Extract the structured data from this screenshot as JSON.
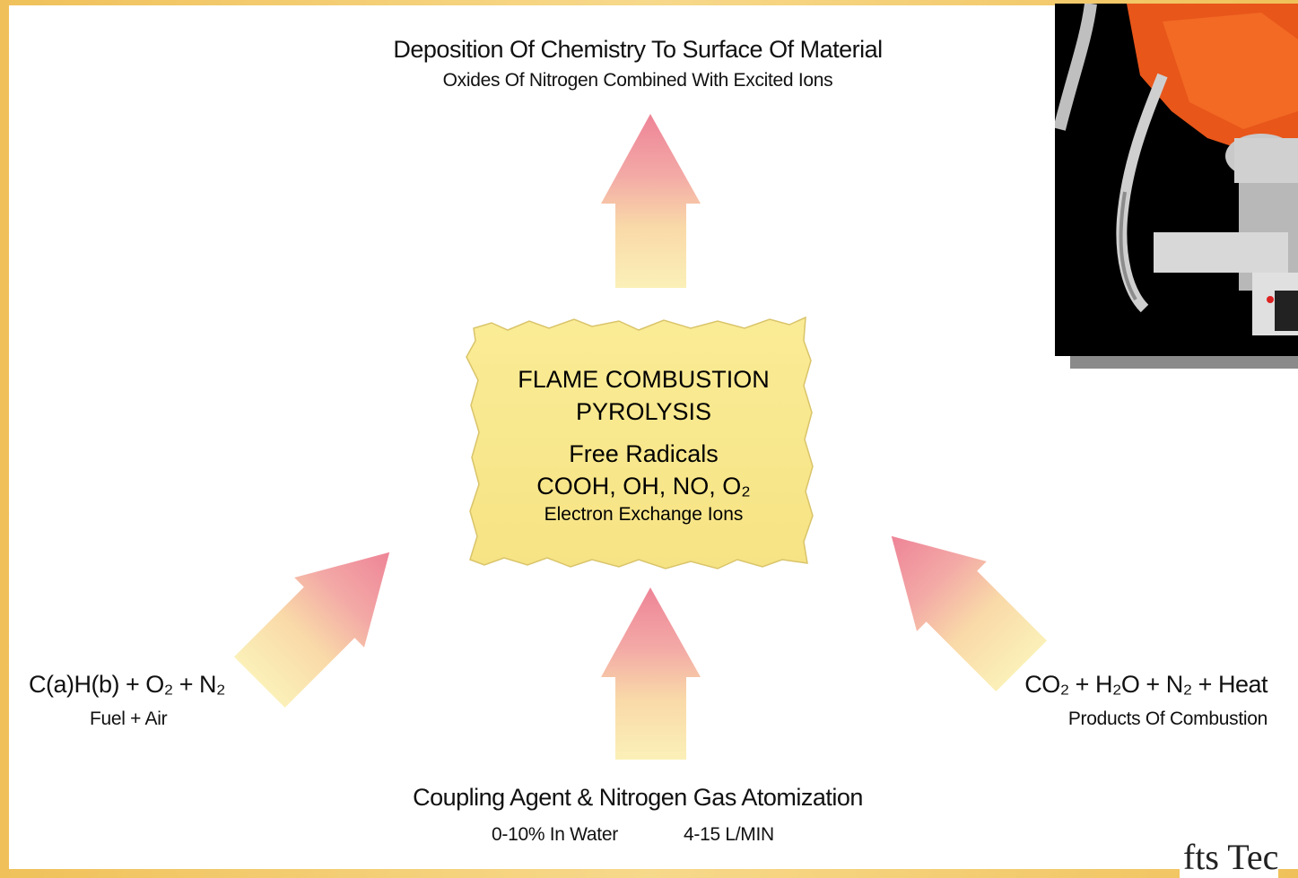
{
  "top": {
    "title": "Deposition Of Chemistry To Surface Of Material",
    "subtitle": "Oxides Of Nitrogen Combined With Excited Ions"
  },
  "center": {
    "line1": "FLAME COMBUSTION",
    "line2": "PYROLYSIS",
    "line3": "Free Radicals",
    "line4": "COOH, OH, NO, O₂",
    "line5": "Electron Exchange Ions"
  },
  "left": {
    "formula": "C(a)H(b) + O₂ + N₂",
    "subtitle": "Fuel + Air"
  },
  "right": {
    "formula": "CO₂ + H₂O + N₂ + Heat",
    "subtitle": "Products Of Combustion"
  },
  "bottom": {
    "title": "Coupling Agent & Nitrogen Gas Atomization",
    "sub1": "0-10% In Water",
    "sub2": "4-15 L/MIN"
  },
  "corner_text": "fts Tec",
  "colors": {
    "arrow_tip": "#ef8a9a",
    "arrow_tail": "#fbefb8",
    "center_box": "#f8e88a",
    "background": "#f0c15a",
    "robot_orange": "#e85a18"
  },
  "icons": [
    "up-arrow-icon",
    "diagonal-arrow-icon",
    "robot-arm-photo"
  ]
}
